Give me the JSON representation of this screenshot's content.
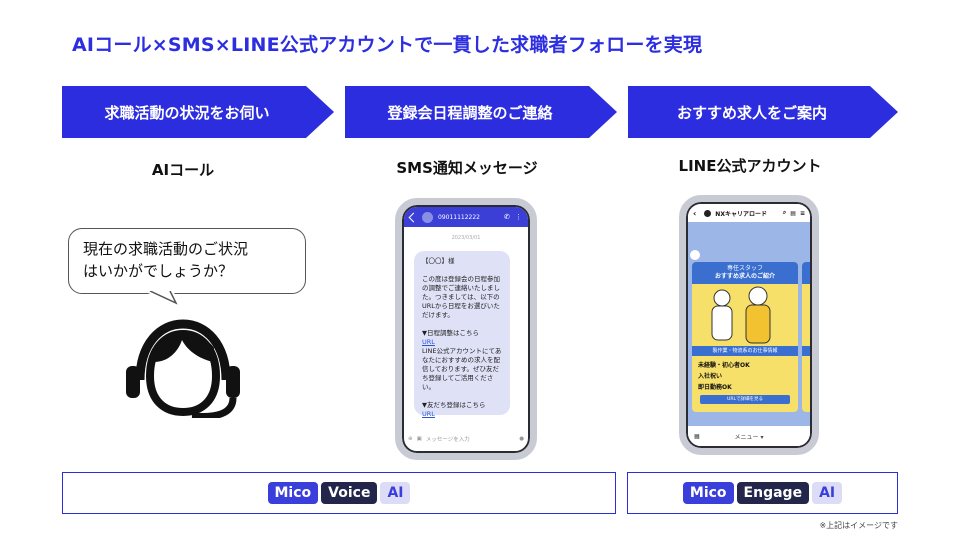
{
  "title": "AIコール×SMS×LINE公式アカウントで一貫した求職者フォローを実現",
  "columns": [
    {
      "arrow": "求職活動の状況をお伺い",
      "label": "AIコール"
    },
    {
      "arrow": "登録会日程調整のご連絡",
      "label": "SMS通知メッセージ"
    },
    {
      "arrow": "おすすめ求人をご案内",
      "label": "LINE公式アカウント"
    }
  ],
  "bubble": {
    "line1": "現在の求職活動のご状況",
    "line2": "はいかがでしょうか？"
  },
  "sms": {
    "number": "09011112222",
    "date": "2023/03/01",
    "message": "【〇〇】様\n\nこの度は登録会の日程参加の調整でご連絡いたしました。つきましては、以下のURLから日程をお選びいただけます。\n\n▼日程調整はこちら",
    "url1": "URL",
    "message2": "LINE公式アカウントにてあなたにおすすめの求人を配信しております。ぜひ友だち登録してご活用ください。\n\n▼友だち登録はこちら",
    "url2": "URL",
    "input_placeholder": "メッセージを入力"
  },
  "line": {
    "account_name": "NXキャリアロード",
    "card_title_small": "専任スタッフ",
    "card_title": "おすすめ求人のご紹介",
    "card_strip": "製作業・物流系のお仕事情報",
    "features": [
      "未経験・初心者OK",
      "入社祝い",
      "即日勤務OK"
    ],
    "card_button": "URLで詳細を見る",
    "card2_title": "オフィ",
    "footer": "メニュー ▾"
  },
  "logos": {
    "left": [
      "Mico",
      "Voice",
      "AI"
    ],
    "right": [
      "Mico",
      "Engage",
      "AI"
    ]
  },
  "note": "※上記はイメージです",
  "colors": {
    "accent": "#2d2de0",
    "title": "#2c2ee0",
    "navy": "#23264a"
  }
}
